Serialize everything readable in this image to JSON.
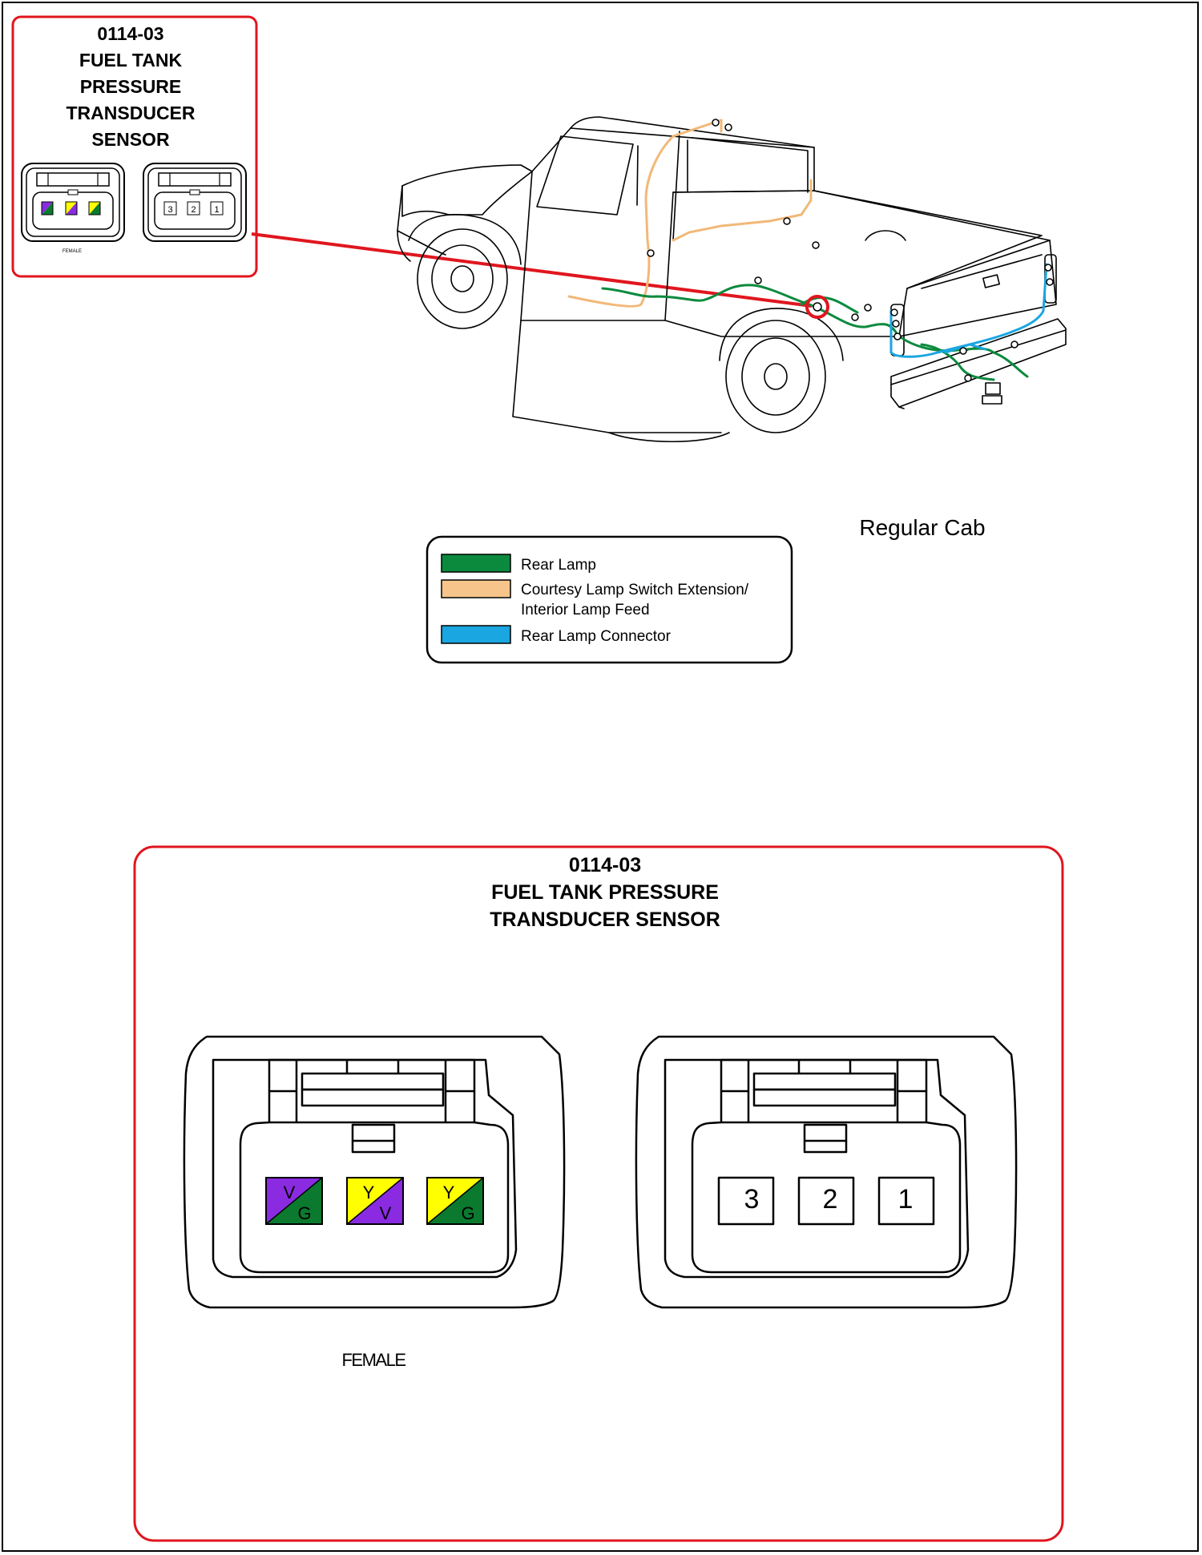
{
  "connector_id": "0114-03",
  "small_callout": {
    "title_lines": [
      "0114-03",
      "FUEL TANK",
      "PRESSURE",
      "TRANSDUCER",
      "SENSOR"
    ],
    "female_label": "FEMALE",
    "pin_numbers": [
      "3",
      "2",
      "1"
    ]
  },
  "vehicle_label": "Regular Cab",
  "legend": {
    "items": [
      {
        "color": "#0b8a3e",
        "lines": [
          "Rear Lamp"
        ]
      },
      {
        "color": "#f7c58c",
        "lines": [
          "Courtesy Lamp Switch Extension/",
          "Interior Lamp Feed"
        ]
      },
      {
        "color": "#1aa6e0",
        "lines": [
          "Rear Lamp  Connector"
        ]
      }
    ]
  },
  "large_callout": {
    "title_lines": [
      "0114-03",
      "FUEL TANK PRESSURE",
      "TRANSDUCER SENSOR"
    ],
    "female_label": "FEMALE",
    "pins": [
      {
        "top": "V",
        "bottom": "G",
        "top_color": "#8a2be2",
        "bottom_color": "#0b7a2e"
      },
      {
        "top": "Y",
        "bottom": "V",
        "top_color": "#ffff00",
        "bottom_color": "#8a2be2"
      },
      {
        "top": "Y",
        "bottom": "G",
        "top_color": "#ffff00",
        "bottom_color": "#0b7a2e"
      }
    ],
    "pin_numbers": [
      "3",
      "2",
      "1"
    ]
  },
  "colors": {
    "callout_border": "#e0161e",
    "leader_line": "#e0161e"
  }
}
